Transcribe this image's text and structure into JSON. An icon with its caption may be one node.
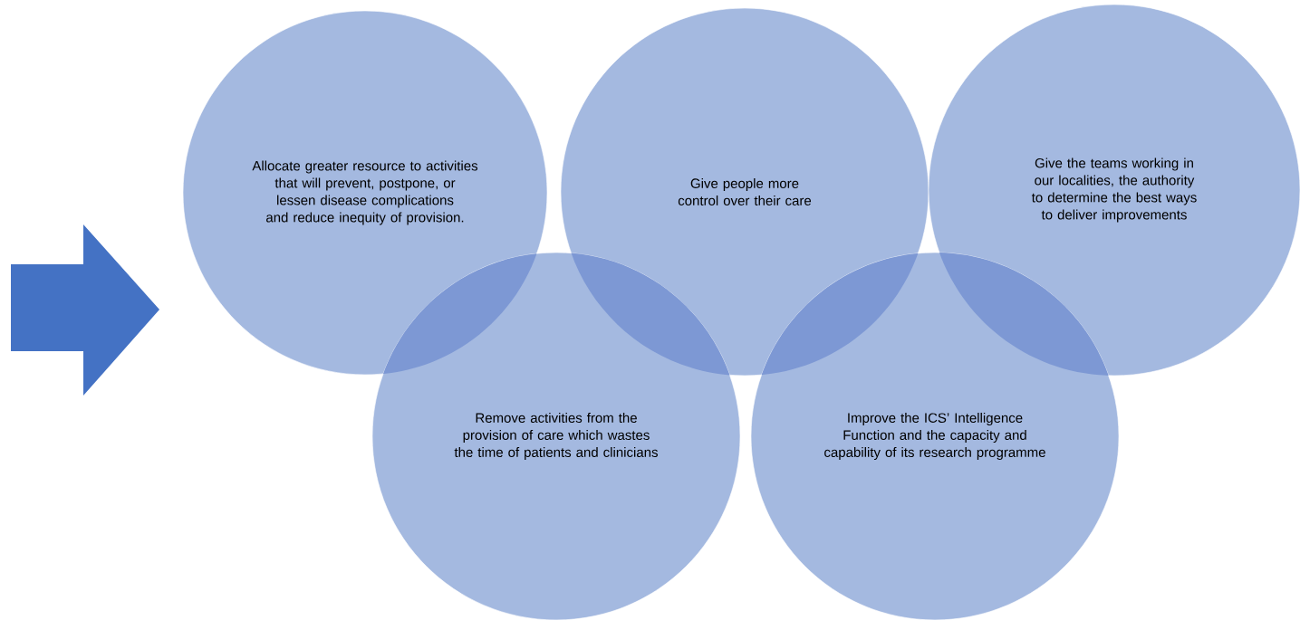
{
  "diagram": {
    "nodes": [
      {
        "text": [
          "Allocate greater resource to activities that will prevent, postpone, or lessen disease complications and reduce inequity of provision."
        ]
      },
      {
        "text": [
          "Give people more control over their care"
        ]
      },
      {
        "text": [
          "Give the teams working in our localities, the authority to determine the best ways to deliver improvements"
        ]
      },
      {
        "text": [
          "Remove activities from the provision of care which wastes the time of patients and clinicians"
        ]
      },
      {
        "text": [
          "Improve the ICS’ Intelligence Function and the capacity and capability of its research programme"
        ]
      }
    ]
  }
}
